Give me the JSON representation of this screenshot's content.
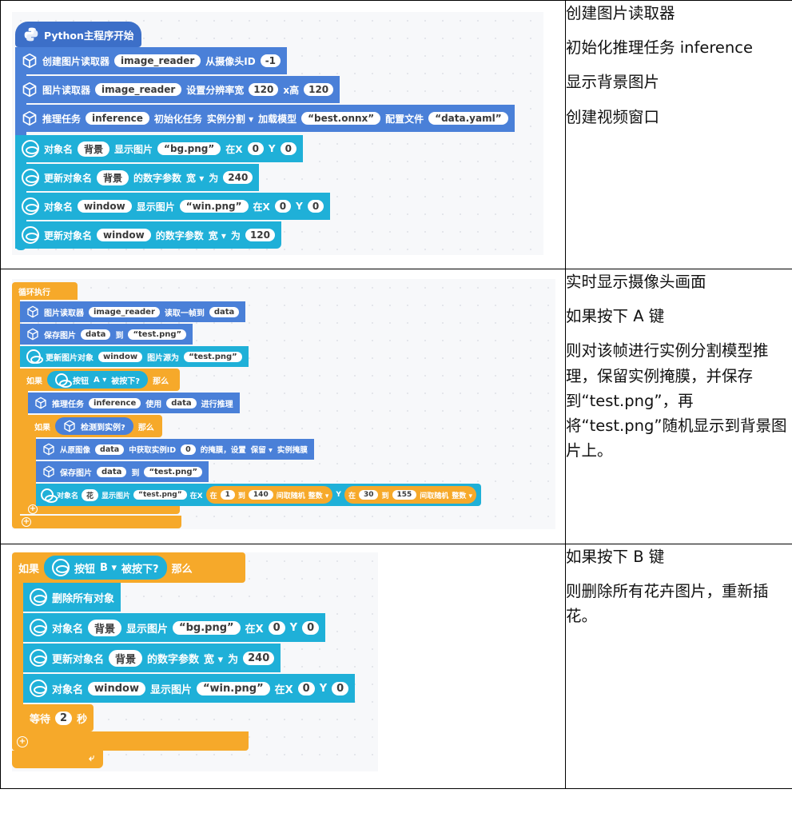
{
  "row1": {
    "start": "Python主程序开始",
    "b1": {
      "label": "创建图片读取器",
      "arg": "image_reader",
      "mid": "从摄像头ID",
      "id": "-1"
    },
    "b2": {
      "label": "图片读取器",
      "arg": "image_reader",
      "mid": "设置分辨率宽",
      "w": "120",
      "hlabel": "x高",
      "h": "120"
    },
    "b3": {
      "label": "推理任务",
      "arg": "inference",
      "mid": "初始化任务",
      "task": "实例分割",
      "load": "加载模型",
      "model": "best.onnx",
      "cfg": "配置文件",
      "yaml": "data.yaml"
    },
    "b4": {
      "label": "对象名",
      "name": "背景",
      "mid": "显示图片",
      "file": "bg.png",
      "x": "在X",
      "xv": "0",
      "y": "Y",
      "yv": "0"
    },
    "b5": {
      "label": "更新对象名",
      "name": "背景",
      "mid": "的数字参数",
      "param": "宽",
      "to": "为",
      "val": "240"
    },
    "b6": {
      "label": "对象名",
      "name": "window",
      "mid": "显示图片",
      "file": "win.png",
      "x": "在X",
      "xv": "0",
      "y": "Y",
      "yv": "0"
    },
    "b7": {
      "label": "更新对象名",
      "name": "window",
      "mid": "的数字参数",
      "param": "宽",
      "to": "为",
      "val": "120"
    },
    "notes": [
      "创建图片读取器",
      "初始化推理任务 inference",
      "显示背景图片",
      "创建视频窗口"
    ]
  },
  "row2": {
    "loop": "循环执行",
    "b1": {
      "label": "图片读取器",
      "arg": "image_reader",
      "mid": "读取一帧到",
      "out": "data"
    },
    "b2": {
      "label": "保存图片",
      "arg": "data",
      "mid": "到",
      "file": "test.png"
    },
    "b3": {
      "label": "更新图片对象",
      "arg": "window",
      "mid": "图片源为",
      "file": "test.png"
    },
    "if1": {
      "if": "如果",
      "btn": "按钮",
      "key": "A",
      "pressed": "被按下?",
      "then": "那么"
    },
    "b4": {
      "label": "推理任务",
      "arg": "inference",
      "mid": "使用",
      "data": "data",
      "end": "进行推理"
    },
    "if2": {
      "if": "如果",
      "cond": "检测到实例?",
      "then": "那么"
    },
    "b5": {
      "label": "从原图像",
      "data": "data",
      "mid": "中获取实例ID",
      "id": "0",
      "end": "的掩膜，设置",
      "mode": "保留",
      "tail": "实例掩膜"
    },
    "b6": {
      "label": "保存图片",
      "arg": "data",
      "mid": "到",
      "file": "test.png"
    },
    "b7": {
      "label": "对象名",
      "name": "花",
      "mid": "显示图片",
      "file": "test.png",
      "x": "在X",
      "in1": "在",
      "a1": "1",
      "to1": "到",
      "b1": "140",
      "r1": "间取随机",
      "t1": "整数",
      "y": "Y",
      "in2": "在",
      "a2": "30",
      "to2": "到",
      "b2": "155",
      "r2": "间取随机",
      "t2": "整数"
    },
    "notes": [
      "实时显示摄像头画面",
      "如果按下 A 键",
      "则对该帧进行实例分割模型推理，保留实例掩膜，并保存到“test.png”，再将“test.png”随机显示到背景图片上。"
    ]
  },
  "row3": {
    "if1": {
      "if": "如果",
      "btn": "按钮",
      "key": "B",
      "pressed": "被按下?",
      "then": "那么"
    },
    "b1": {
      "label": "删除所有对象"
    },
    "b2": {
      "label": "对象名",
      "name": "背景",
      "mid": "显示图片",
      "file": "bg.png",
      "x": "在X",
      "xv": "0",
      "y": "Y",
      "yv": "0"
    },
    "b3": {
      "label": "更新对象名",
      "name": "背景",
      "mid": "的数字参数",
      "param": "宽",
      "to": "为",
      "val": "240"
    },
    "b4": {
      "label": "对象名",
      "name": "window",
      "mid": "显示图片",
      "file": "win.png",
      "x": "在X",
      "xv": "0",
      "y": "Y",
      "yv": "0"
    },
    "wait": {
      "label": "等待",
      "val": "2",
      "unit": "秒"
    },
    "notes": [
      "如果按下 B 键",
      "则删除所有花卉图片，重新插花。"
    ]
  },
  "icons": {
    "python": "python-logo-icon",
    "cube": "cube-icon",
    "oval": "sprite-icon",
    "plus": "plus-icon",
    "return": "loop-return-icon"
  }
}
